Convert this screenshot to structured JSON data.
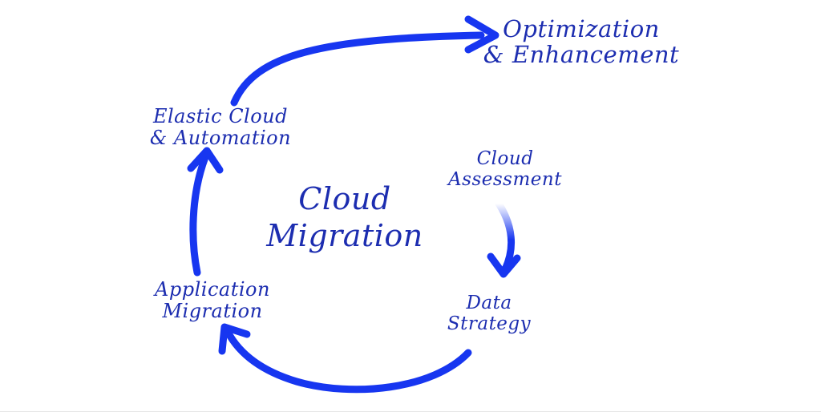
{
  "diagram": {
    "center": {
      "line1": "Cloud",
      "line2": "Migration"
    },
    "nodes": {
      "optimization": {
        "line1": "Optimization",
        "line2": "& Enhancement"
      },
      "elastic": {
        "line1": "Elastic Cloud",
        "line2": "& Automation"
      },
      "assessment": {
        "line1": "Cloud",
        "line2": "Assessment"
      },
      "data": {
        "line1": "Data",
        "line2": "Strategy"
      },
      "application": {
        "line1": "Application",
        "line2": "Migration"
      }
    },
    "colors": {
      "ink": "#1c2db0",
      "arrow": "#1736f0",
      "background": "#ffffff"
    }
  }
}
